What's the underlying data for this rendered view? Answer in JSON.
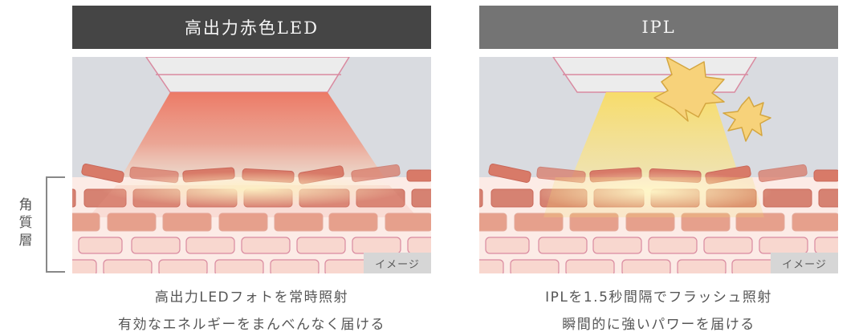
{
  "layer_label": {
    "chars": [
      "角",
      "質",
      "層"
    ],
    "text": "角質層"
  },
  "panels": {
    "led": {
      "title": "高出力赤色LED",
      "header_color": "#454545",
      "beam_color": "#ec7a66",
      "image_badge": "イメージ",
      "caption_line1": "高出力LEDフォトを常時照射",
      "caption_line2": "有効なエネルギーをまんべんなく届ける"
    },
    "ipl": {
      "title": "IPL",
      "header_color": "#747474",
      "beam_color": "#f7dc6a",
      "flash_color": "#f7d27a",
      "image_badge": "イメージ",
      "caption_line1": "IPLを1.5秒間隔でフラッシュ照射",
      "caption_line2": "瞬間的に強いパワーを届ける"
    }
  },
  "colors": {
    "background_sky": "#d9dbe0",
    "device": "#ececec",
    "device_outline": "#d98aa0",
    "top_cells": "#d87a68",
    "mid_cells": "#e6a08c",
    "lower_cells": "#f8d7cf",
    "skin_base": "#fcebe6"
  }
}
